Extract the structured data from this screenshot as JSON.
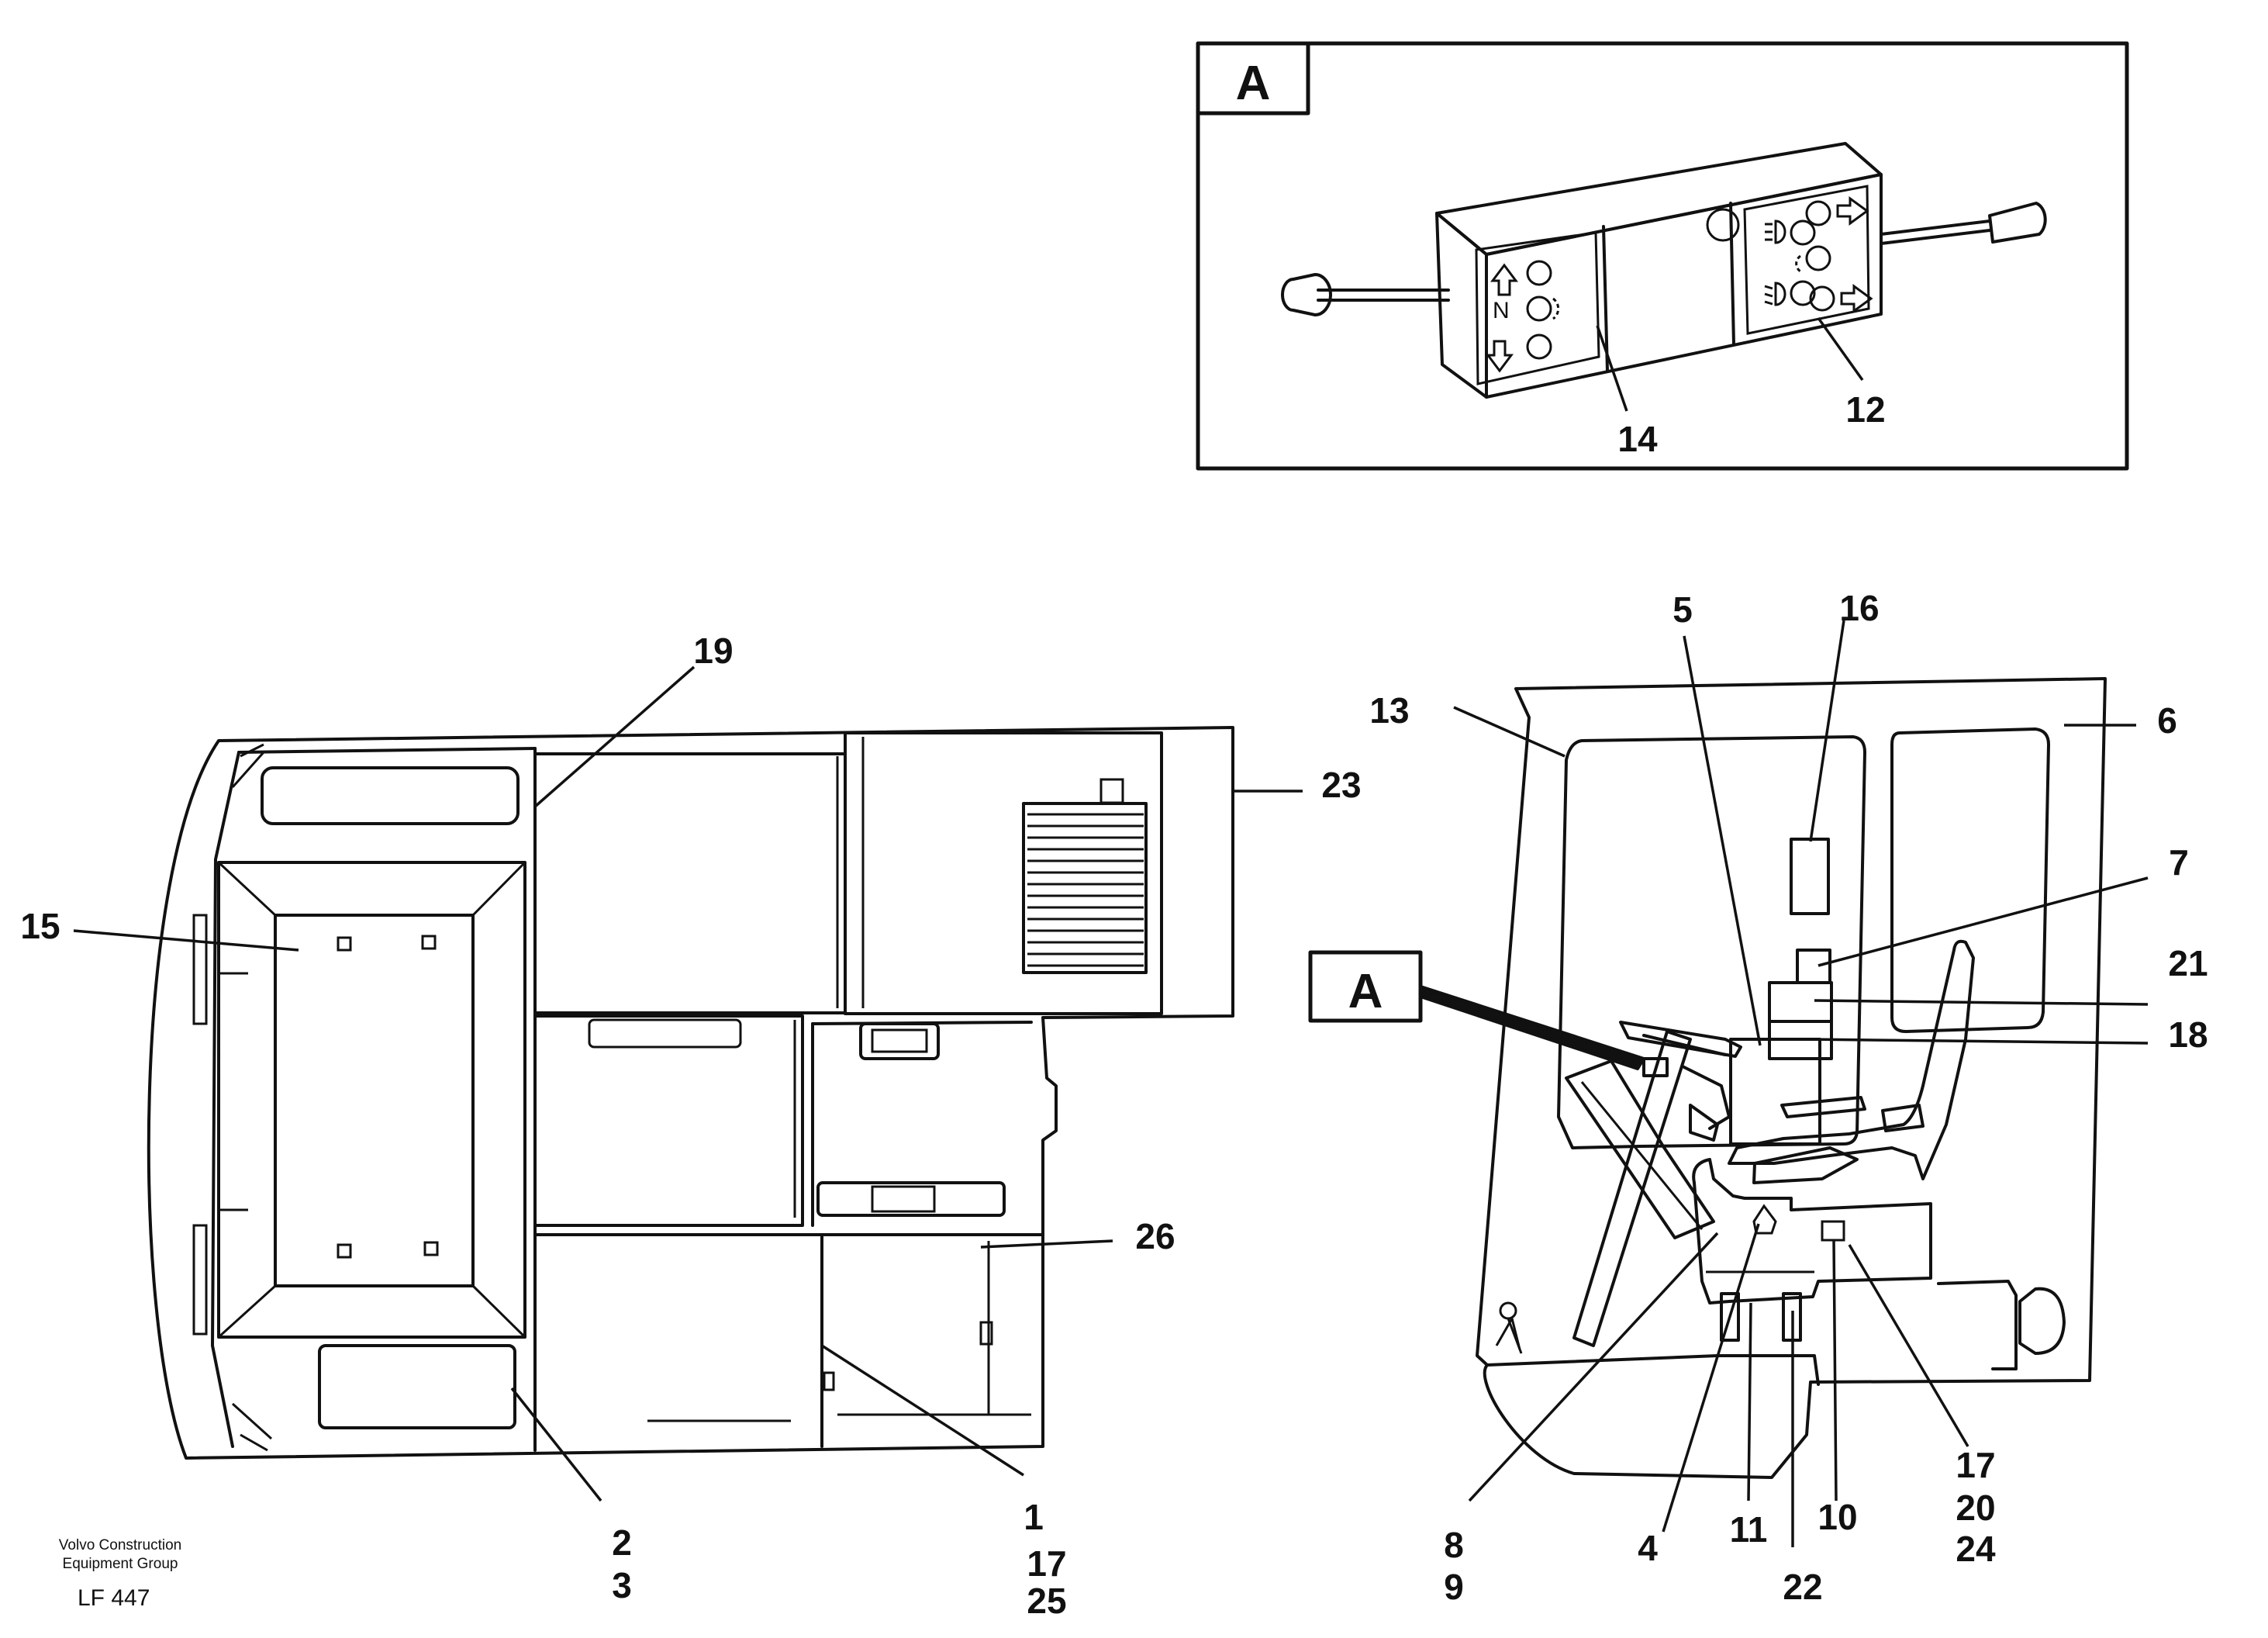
{
  "detail_box": {
    "letter": "A",
    "callouts": [
      "14",
      "12"
    ],
    "switch_letter": "N"
  },
  "pointer_box": {
    "letter": "A"
  },
  "left_view": {
    "callouts": {
      "c19": "19",
      "c23": "23",
      "c15": "15",
      "c26": "26",
      "c2": "2",
      "c3": "3",
      "c1": "1",
      "c17": "17",
      "c25": "25"
    }
  },
  "right_view": {
    "callouts": {
      "c5": "5",
      "c16": "16",
      "c13": "13",
      "c6": "6",
      "c7": "7",
      "c21": "21",
      "c18": "18",
      "c8": "8",
      "c9": "9",
      "c4": "4",
      "c11": "11",
      "c22": "22",
      "c10": "10",
      "c17": "17",
      "c20": "20",
      "c24": "24"
    }
  },
  "footer": {
    "credit_line1": "Volvo Construction",
    "credit_line2": "Equipment Group",
    "code": "LF 447"
  },
  "icons": [
    "arrow-up-icon",
    "arrow-down-icon",
    "arrow-right-icon",
    "headlight-icon",
    "indicator-lamp-icon"
  ]
}
